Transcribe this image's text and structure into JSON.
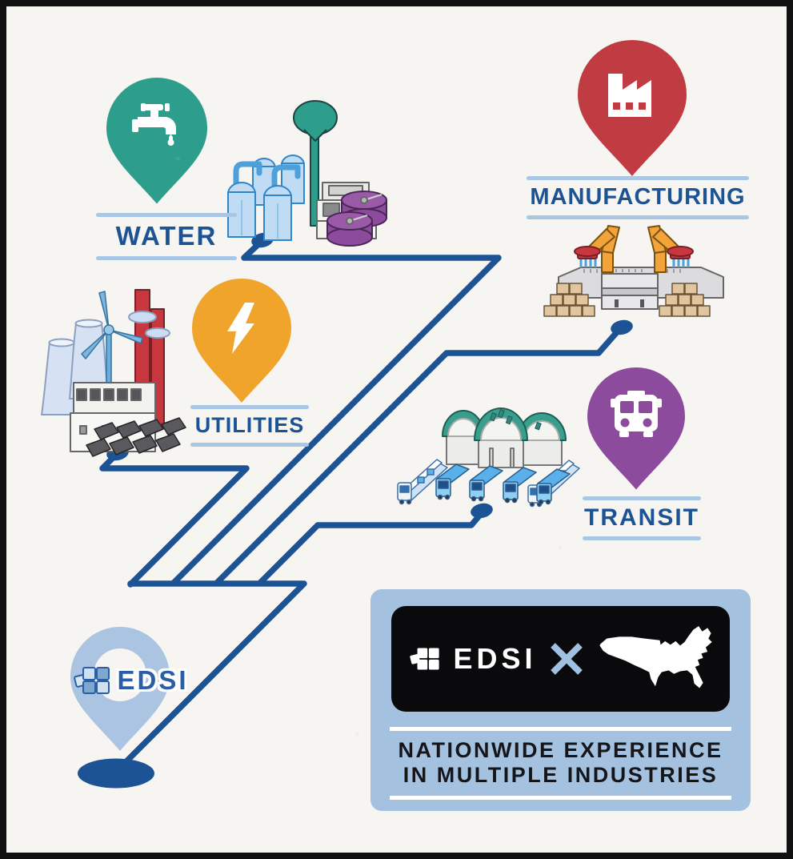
{
  "colors": {
    "paper_background": "#f6f5f1",
    "frame_black": "#111111",
    "line_blue": "#1b5394",
    "light_blue": "#a9c6e4",
    "label_blue": "#1b5394",
    "card_background": "#a4c2e0",
    "badge_black": "#0a0a0c"
  },
  "industries": [
    {
      "id": "water",
      "label": "WATER",
      "pin_color": "#2d9d8c",
      "icon": "faucet-icon"
    },
    {
      "id": "manufacturing",
      "label": "MANUFACTURING",
      "pin_color": "#c13b43",
      "icon": "factory-icon"
    },
    {
      "id": "utilities",
      "label": "UTILITIES",
      "pin_color": "#f0a42c",
      "icon": "lightning-bolt-icon"
    },
    {
      "id": "transit",
      "label": "TRANSIT",
      "pin_color": "#8c4b9d",
      "icon": "bus-icon"
    }
  ],
  "brand": {
    "logo_text": "EDSI",
    "pin_color": "#aac4e2",
    "logo_icon": "cubes-logo-icon"
  },
  "badge": {
    "logo_text": "EDSI",
    "x_icon": "x-cross-icon",
    "map_icon": "usa-map-icon",
    "line1": "NATIONWIDE EXPERIENCE",
    "line2": "IN MULTIPLE INDUSTRIES"
  }
}
